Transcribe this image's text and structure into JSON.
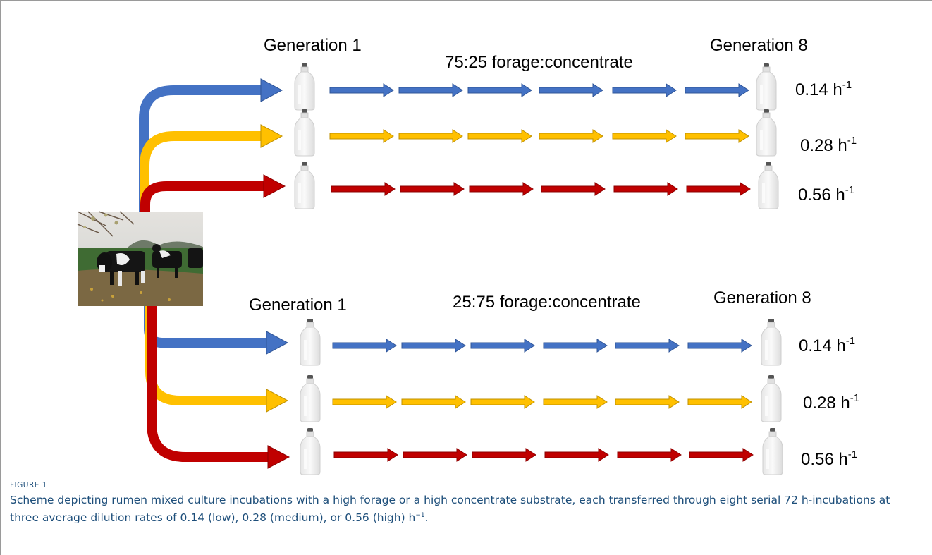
{
  "groups": [
    {
      "gen_start": "Generation 1",
      "ratio": "75:25 forage:concentrate",
      "gen_end": "Generation 8",
      "rates": [
        {
          "value": "0.14 h",
          "sup": "-1",
          "color": "#4472c4"
        },
        {
          "value": "0.28 h",
          "sup": "-1",
          "color": "#ffc000"
        },
        {
          "value": "0.56 h",
          "sup": "-1",
          "color": "#c00000"
        }
      ]
    },
    {
      "gen_start": "Generation 1",
      "ratio": "25:75 forage:concentrate",
      "gen_end": "Generation 8",
      "rates": [
        {
          "value": "0.14 h",
          "sup": "-1",
          "color": "#4472c4"
        },
        {
          "value": "0.28 h",
          "sup": "-1",
          "color": "#ffc000"
        },
        {
          "value": "0.56 h",
          "sup": "-1",
          "color": "#c00000"
        }
      ]
    }
  ],
  "caption": {
    "label": "FIGURE 1",
    "text": "Scheme depicting rumen mixed culture incubations with a high forage or a high concentrate substrate, each transferred through eight serial 72 h-incubations at three average dilution rates of 0.14 (low), 0.28 (medium), or 0.56 (high) h",
    "text_sup": "−1",
    "text_end": "."
  }
}
